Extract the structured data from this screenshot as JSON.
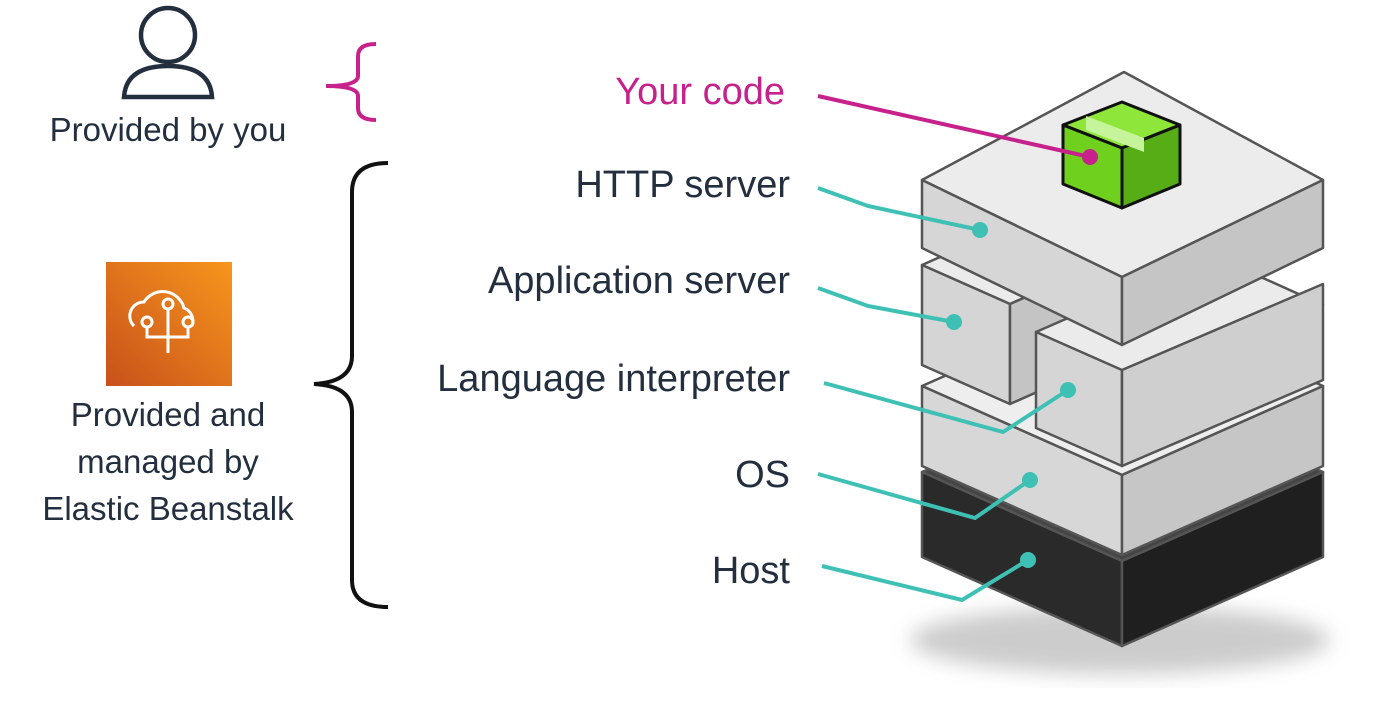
{
  "left_panel": {
    "you_caption": "Provided by you",
    "managed_caption_lines": [
      "Provided and",
      "managed by",
      "Elastic Beanstalk"
    ],
    "person_icon": "user-icon",
    "beanstalk_icon": "elastic-beanstalk-icon"
  },
  "layers": {
    "your_code": "Your code",
    "http_server": "HTTP server",
    "application_server": "Application server",
    "language_interpreter": "Language interpreter",
    "os": "OS",
    "host": "Host"
  },
  "colors": {
    "text": "#232f3e",
    "your_code_accent": "#c7218c",
    "connector": "#3ec1b4",
    "code_cube": "#6fd11e",
    "beanstalk_orange": "#e8631a",
    "host_dark": "#333333",
    "layer_light": "#e9e9e9"
  }
}
